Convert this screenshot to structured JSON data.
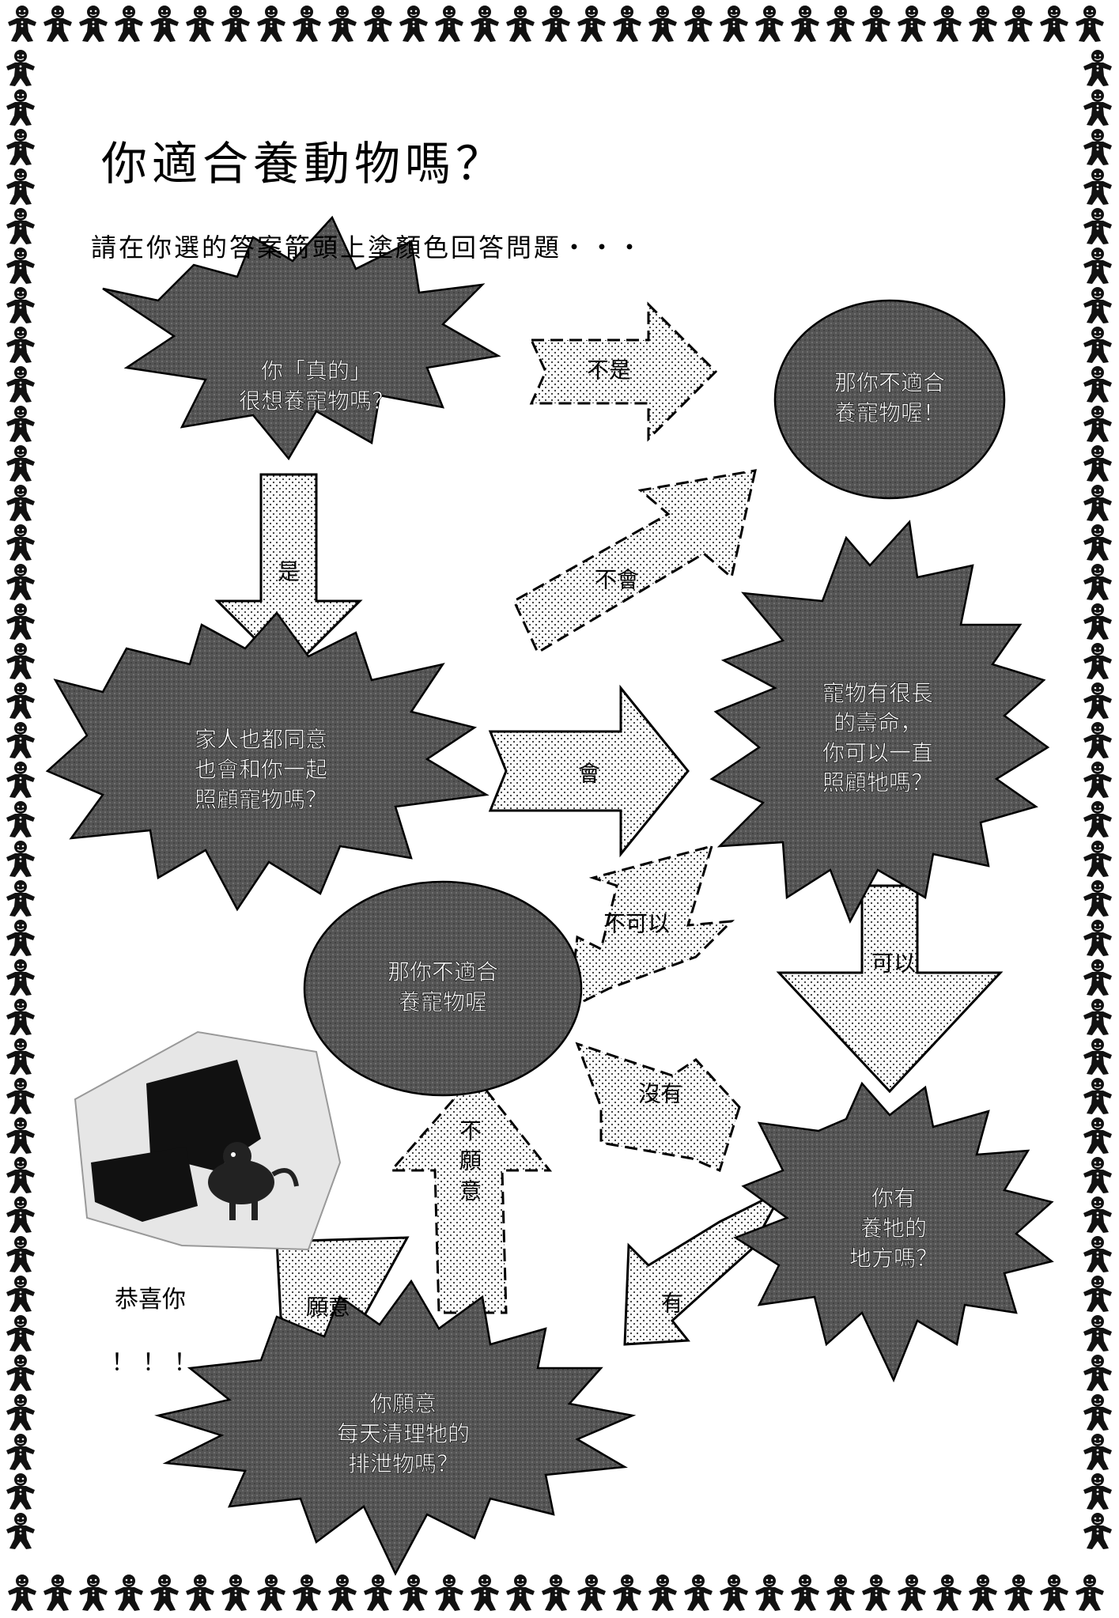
{
  "title": "你適合養動物嗎？",
  "instruction": "請在你選的答案箭頭上塗顏色回答問題・・・",
  "nodes": {
    "q1": [
      "你「真的」",
      "很想養寵物嗎？"
    ],
    "q2": [
      "家人也都同意",
      "也會和你一起",
      "照顧寵物嗎？"
    ],
    "q3": [
      "寵物有很長",
      "的壽命，",
      "你可以一直",
      "照顧牠嗎？"
    ],
    "q4": [
      "你有",
      "養牠的",
      "地方嗎？"
    ],
    "q5": [
      "你願意",
      "每天清理牠的",
      "排泄物嗎？"
    ],
    "end_top": [
      "那你不適合",
      "養寵物喔！"
    ],
    "end_mid": [
      "那你不適合",
      "養寵物喔"
    ]
  },
  "arrows": {
    "q1_no": "不是",
    "q1_yes": "是",
    "q2_no": "不會",
    "q2_yes": "會",
    "q3_no": "不可以",
    "q3_yes": "可以",
    "q4_no": "沒有",
    "q4_yes": "有",
    "q5_no": [
      "不",
      "願",
      "意"
    ],
    "q5_yes": "願意"
  },
  "congrats": "恭喜你",
  "congrats_marks": "！ ！ ！",
  "colors": {
    "dark_shape": "#5a5a5a",
    "dotted_bg": "#f0f0f0",
    "ink": "#000000"
  }
}
